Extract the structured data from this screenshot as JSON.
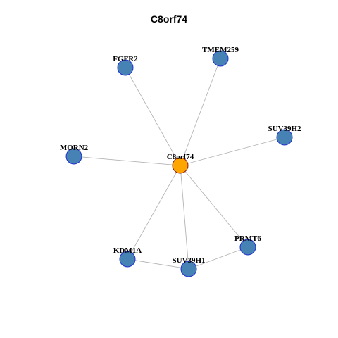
{
  "title": "C8orf74",
  "colors": {
    "hub_fill": "#FFA500",
    "hub_stroke": "#8B1A1A",
    "node_fill": "#4682B4",
    "node_stroke": "#1f2fd0",
    "edge": "#b4b4b4"
  },
  "nodes": [
    {
      "id": "C8orf74",
      "label": "C8orf74",
      "hub": true
    },
    {
      "id": "FGFR2",
      "label": "FGFR2",
      "hub": false
    },
    {
      "id": "TMEM259",
      "label": "TMEM259",
      "hub": false
    },
    {
      "id": "SUV39H2",
      "label": "SUV39H2",
      "hub": false
    },
    {
      "id": "MORN2",
      "label": "MORN2",
      "hub": false
    },
    {
      "id": "PRMT6",
      "label": "PRMT6",
      "hub": false
    },
    {
      "id": "KDM1A",
      "label": "KDM1A",
      "hub": false
    },
    {
      "id": "SUV39H1",
      "label": "SUV39H1",
      "hub": false
    }
  ],
  "edges": [
    [
      "C8orf74",
      "FGFR2"
    ],
    [
      "C8orf74",
      "TMEM259"
    ],
    [
      "C8orf74",
      "SUV39H2"
    ],
    [
      "C8orf74",
      "MORN2"
    ],
    [
      "C8orf74",
      "PRMT6"
    ],
    [
      "C8orf74",
      "KDM1A"
    ],
    [
      "C8orf74",
      "SUV39H1"
    ],
    [
      "KDM1A",
      "SUV39H1"
    ],
    [
      "SUV39H1",
      "PRMT6"
    ]
  ]
}
